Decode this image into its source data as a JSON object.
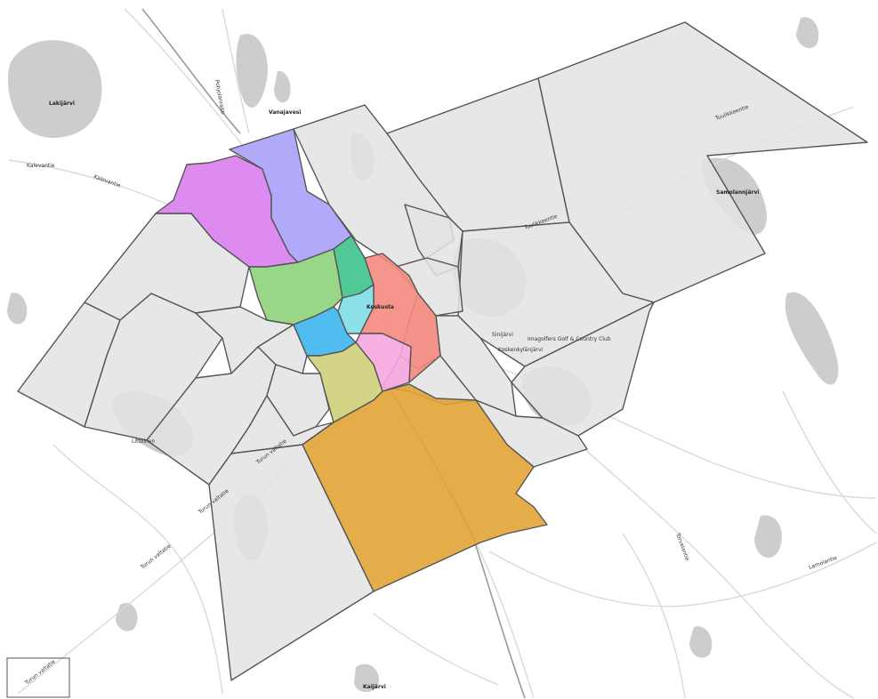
{
  "colors": {
    "background": "#ffffff",
    "water": "#cdcdcd",
    "road": "#d9d9d9",
    "railway": "#9a9a9a",
    "district_grey": "#e3e3e3",
    "district_stroke": "#555555"
  },
  "districts": [
    {
      "name": "purple-district",
      "color": "#d97df0"
    },
    {
      "name": "lavender-district",
      "color": "#a8a1fa"
    },
    {
      "name": "green-district",
      "color": "#8fd17a"
    },
    {
      "name": "teal-district",
      "color": "#3ec38c"
    },
    {
      "name": "salmon-district",
      "color": "#f58a80"
    },
    {
      "name": "cyan-district",
      "color": "#7fdde6"
    },
    {
      "name": "blue-district",
      "color": "#3db6f0"
    },
    {
      "name": "pink-district",
      "color": "#f7a6de"
    },
    {
      "name": "olive-district",
      "color": "#cfcf7a"
    },
    {
      "name": "orange-district",
      "color": "#e1a436"
    }
  ],
  "place_labels": {
    "lake_west": "Lakijärvi",
    "lake_north": "Vanajavesi",
    "lake_east": "Samolannjärvi",
    "lake_east2": "Koskenkylänjärvi",
    "lake_south": "Kaijärvi",
    "lake_sw": "Littoinen",
    "golf": "Sinijärvi",
    "golf_club": "Imagolfers Golf & Country Club",
    "center": "Keskusta"
  },
  "road_labels": {
    "turun_1": "Turun valtatie",
    "turun_2": "Turun valtatie",
    "turun_3": "Turun valtatie",
    "turun_4": "Turun valtatie",
    "tuulikkeentie": "Tuulikkeentie",
    "tuulikkeentie2": "Tuulikkeentie",
    "torvelantie": "Torvelantie",
    "lamolantie": "Lamolantie",
    "pohjolanraitti": "Pohjolanraitti",
    "kalevantie": "Kalevantie",
    "kalevantie2": "Kalevantie"
  }
}
